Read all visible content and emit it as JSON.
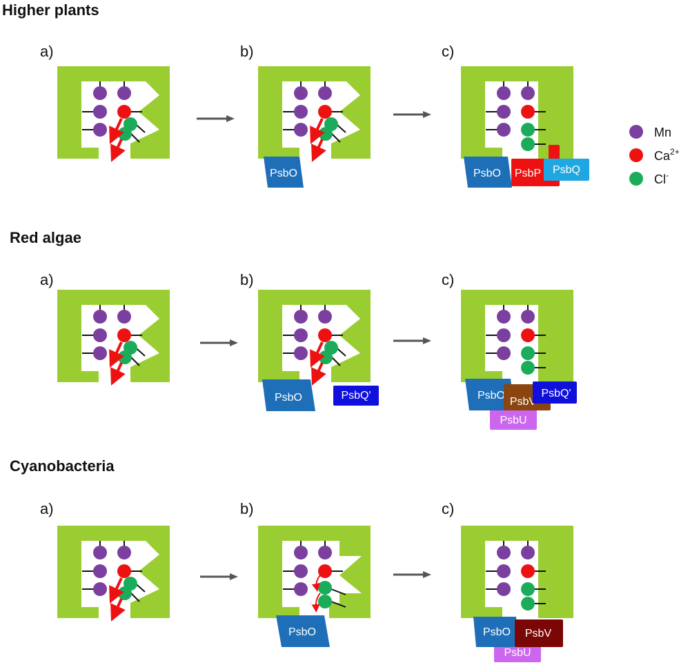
{
  "colors": {
    "green": "#9acd32",
    "mn": "#7b3fa0",
    "ca": "#ee1111",
    "cl": "#1aac5a",
    "psbo": "#1f6fb8",
    "psbp": "#ee1111",
    "psbq": "#1ea7e0",
    "psbq_prime": "#1010dd",
    "psbv_brown": "#8b4510",
    "psbu": "#cc66ee",
    "psbv_dark": "#7a0606",
    "arrow": "#555555"
  },
  "sections": [
    {
      "title": "Higher plants",
      "panels": [
        "a)",
        "b)",
        "c)"
      ]
    },
    {
      "title": "Red algae",
      "panels": [
        "a)",
        "b)",
        "c)"
      ]
    },
    {
      "title": "Cyanobacteria",
      "panels": [
        "a)",
        "b)",
        "c)"
      ]
    }
  ],
  "proteins": {
    "psbo": "PsbO",
    "psbp": "PsbP",
    "psbq": "PsbQ",
    "psbq_prime": "PsbQ'",
    "psbv": "PsbV",
    "psbu": "PsbU"
  },
  "legend": [
    {
      "label": "Mn",
      "color": "#7b3fa0"
    },
    {
      "label": "Ca",
      "sup": "2+",
      "color": "#ee1111"
    },
    {
      "label": "Cl",
      "sup": "-",
      "color": "#1aac5a"
    }
  ]
}
